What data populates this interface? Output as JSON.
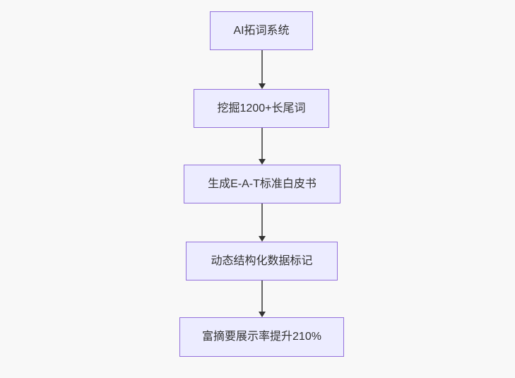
{
  "diagram": {
    "type": "flowchart",
    "direction": "top-down",
    "nodes": [
      {
        "id": "A",
        "label": "AI拓词系统"
      },
      {
        "id": "B",
        "label": "挖掘1200+长尾词"
      },
      {
        "id": "C",
        "label": "生成E-A-T标准白皮书"
      },
      {
        "id": "D",
        "label": "动态结构化数据标记"
      },
      {
        "id": "E",
        "label": "富摘要展示率提升210%"
      }
    ],
    "edges": [
      {
        "from": "A",
        "to": "B"
      },
      {
        "from": "B",
        "to": "C"
      },
      {
        "from": "C",
        "to": "D"
      },
      {
        "from": "D",
        "to": "E"
      }
    ],
    "colors": {
      "node_fill": "#ECECFF",
      "node_border": "#9370DB",
      "edge_line": "#666666",
      "edge_arrowhead": "#333333",
      "text": "#333333",
      "background": "#f8f8f8"
    }
  }
}
